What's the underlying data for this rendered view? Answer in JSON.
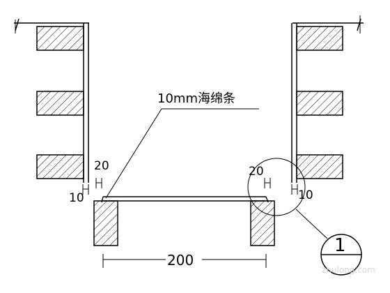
{
  "labels": {
    "strip_note": "10mm海绵条",
    "gap_left_top": "20",
    "gap_left_side": "10",
    "gap_right_top": "20",
    "gap_right_side": "10",
    "bottom_span": "200",
    "detail_marker": "1"
  },
  "watermark": {
    "site": "zhulong.com"
  },
  "colors": {
    "ink": "#000000",
    "background": "#ffffff",
    "watermark": "#d8d8d8"
  }
}
